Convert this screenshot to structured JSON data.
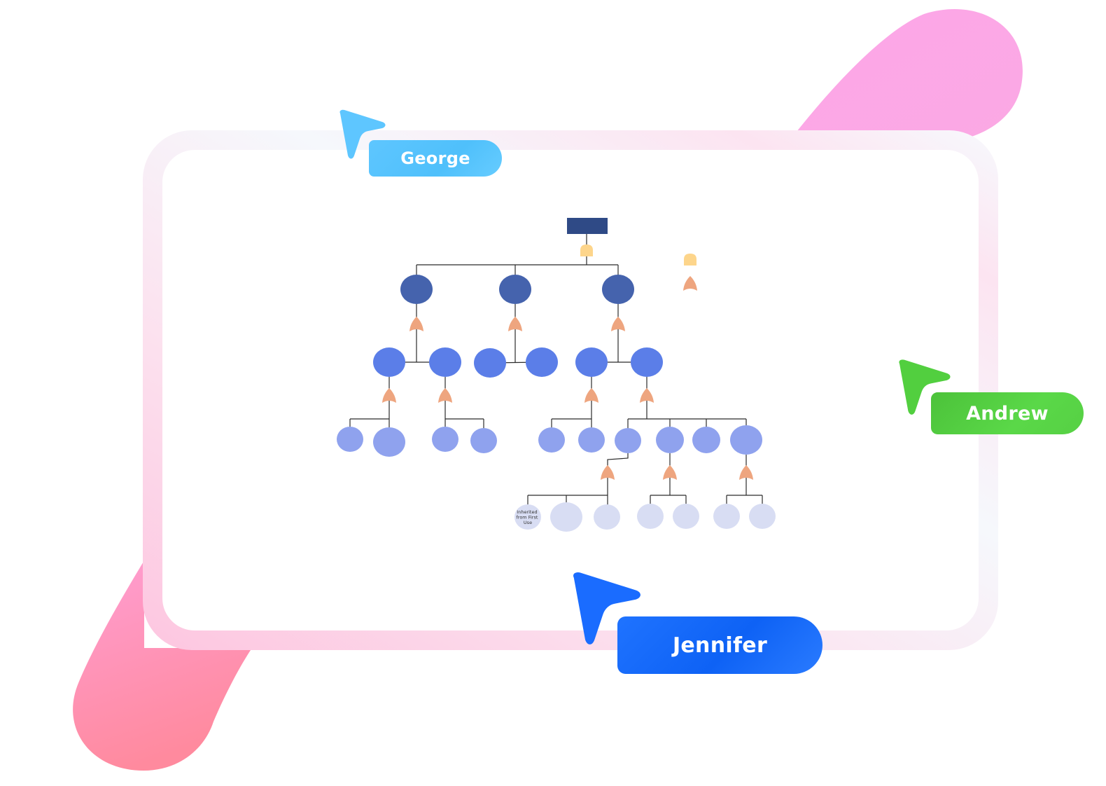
{
  "colors": {
    "accent_pink": "#fca6e8",
    "accent_coral": "#ff8aa0",
    "root_box": "#2f4a86",
    "level1_node": "#4563ad",
    "level2_node": "#5b7ee8",
    "level3_node": "#8fa2ee",
    "level4_node": "#d8ddf3",
    "or_gate": "#eea57f",
    "and_gate": "#fdd58b",
    "connector": "#2b2b2b"
  },
  "collaborators": [
    {
      "name": "George",
      "color": "#5ec6ff",
      "icon": "cursor-pointer-icon"
    },
    {
      "name": "Andrew",
      "color": "#52cf3f",
      "icon": "cursor-pointer-icon"
    },
    {
      "name": "Jennifer",
      "color": "#1a6cff",
      "icon": "cursor-pointer-icon"
    }
  ],
  "diagram": {
    "leaf_label": "Inherited from First Use"
  }
}
